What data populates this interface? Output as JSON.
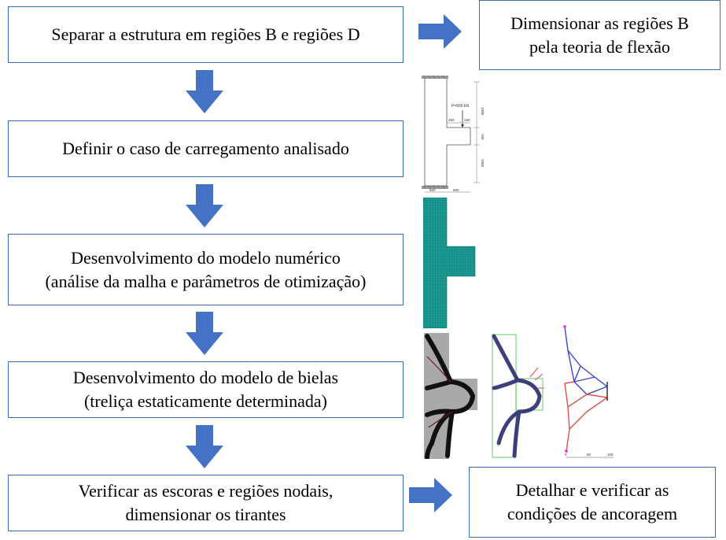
{
  "flow": {
    "step1": "Separar a estrutura em regiões B e regiões D",
    "step1_side": "Dimensionar as regiões B\n    pela teoria de flexão",
    "step2": "Definir o caso de carregamento analisado",
    "step3": "Desenvolvimento do modelo numérico\n(análise da malha e parâmetros de otimização)",
    "step4": "Desenvolvimento do modelo de bielas\n(treliça estaticamente determinada)",
    "step5": "Verificar as escoras e regiões nodais,\ndimensionar os tirantes",
    "step5_side": "Detalhar e verificar as\ncondições de ancoragem"
  },
  "colors": {
    "box_border": "#3b6db5",
    "arrow_fill": "#4472c4",
    "mesh_fill": "#1a9a92"
  },
  "figures": {
    "geometry": {
      "load": "P=500 kN",
      "dims": [
        "450",
        "150",
        "1000",
        "100",
        "1000",
        "500",
        "600"
      ]
    },
    "truss": {
      "scale": [
        "0",
        "50",
        "100"
      ]
    }
  },
  "icons": {
    "down_arrow": "down-arrow-icon",
    "right_arrow": "right-arrow-icon"
  }
}
